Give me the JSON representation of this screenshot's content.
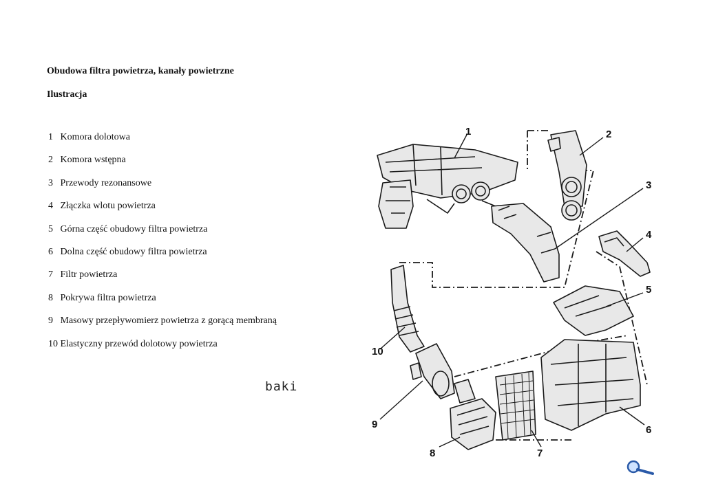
{
  "document": {
    "title": "Obudowa filtra powietrza, kanały powietrzne",
    "subtitle": "Ilustracja",
    "legend": [
      {
        "num": "1",
        "text": "Komora dolotowa"
      },
      {
        "num": "2",
        "text": "Komora wstępna"
      },
      {
        "num": "3",
        "text": "Przewody rezonansowe"
      },
      {
        "num": "4",
        "text": "Złączka wlotu powietrza"
      },
      {
        "num": "5",
        "text": "Górna część obudowy filtra powietrza"
      },
      {
        "num": "6",
        "text": "Dolna część obudowy filtra powietrza"
      },
      {
        "num": "7",
        "text": "Filtr powietrza"
      },
      {
        "num": "8",
        "text": "Pokrywa filtra powietrza"
      },
      {
        "num": "9",
        "text": "Masowy przepływomierz powietrza z gorącą membraną"
      },
      {
        "num": "10",
        "text": "Elastyczny przewód dolotowy powietrza"
      }
    ],
    "note": "baki"
  },
  "diagram": {
    "callouts": [
      "1",
      "2",
      "3",
      "4",
      "5",
      "6",
      "7",
      "8",
      "9",
      "10"
    ]
  },
  "icons": {
    "magnifier": "magnifier-icon"
  }
}
